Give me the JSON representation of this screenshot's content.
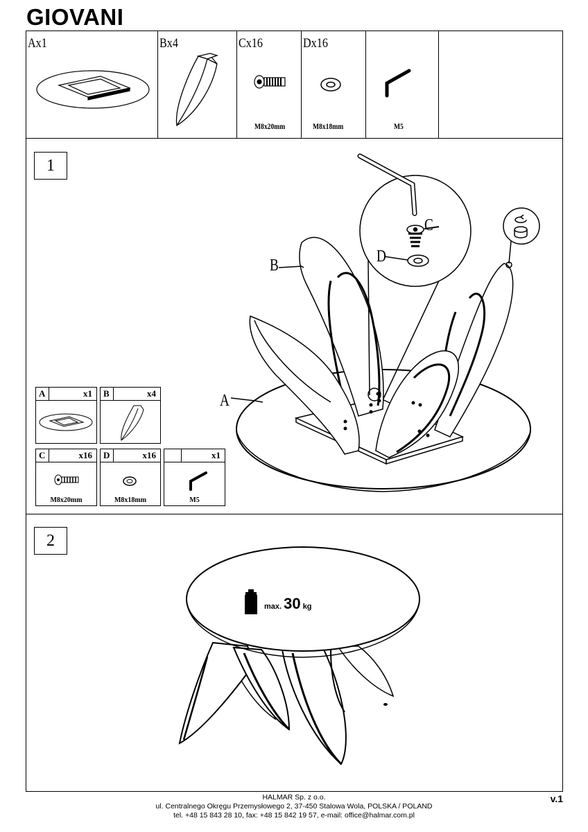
{
  "title": "GIOVANI",
  "parts": [
    {
      "label": "Ax1"
    },
    {
      "label": "Bx4"
    },
    {
      "label": "Cx16",
      "size": "M8x20mm"
    },
    {
      "label": "Dx16",
      "size": "M8x18mm"
    },
    {
      "label": "",
      "size": "M5"
    }
  ],
  "step1": {
    "number": "1",
    "callouts": {
      "a": "A",
      "b": "B",
      "c": "C",
      "d": "D"
    },
    "summary": [
      {
        "letter": "A",
        "count": "x1"
      },
      {
        "letter": "B",
        "count": "x4"
      },
      {
        "letter": "C",
        "count": "x16",
        "size": "M8x20mm"
      },
      {
        "letter": "D",
        "count": "x16",
        "size": "M8x18mm"
      },
      {
        "letter": "",
        "count": "x1",
        "size": "M5"
      }
    ]
  },
  "step2": {
    "number": "2",
    "weight_prefix": "max.",
    "weight_value": "30",
    "weight_unit": "kg"
  },
  "footer": {
    "company": "HALMAR Sp. z o.o.",
    "address": "ul. Centralnego Okręgu Przemysłowego 2, 37-450 Stalowa Wola, POLSKA / POLAND",
    "contact": "tel. +48 15 843 28 10, fax: +48 15 842 19 57, e-mail: office@halmar.com.pl"
  },
  "version": "v.1"
}
